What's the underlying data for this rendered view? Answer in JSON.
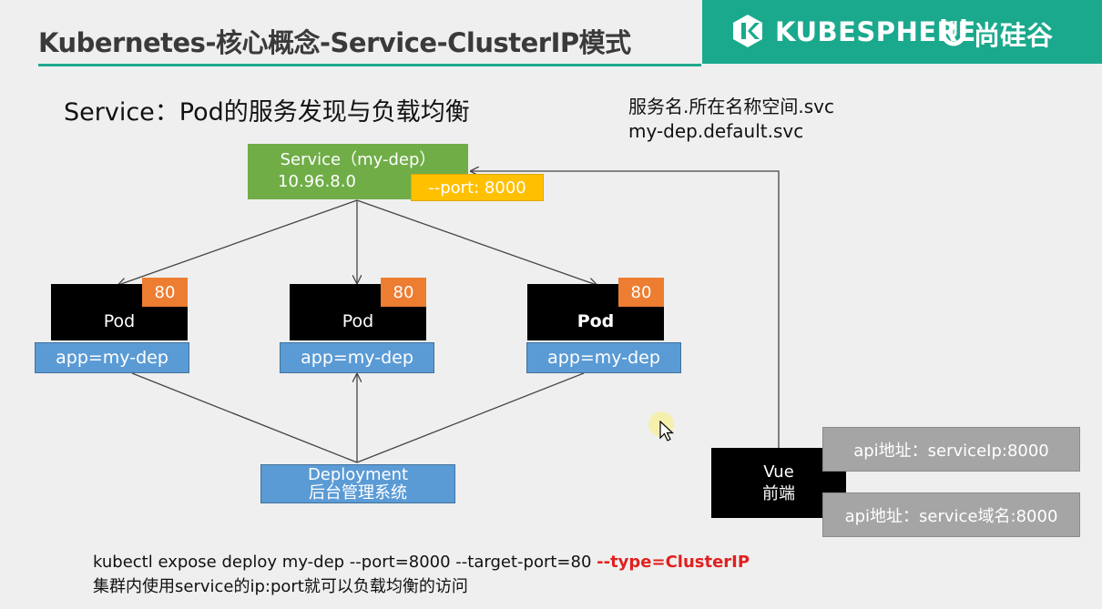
{
  "title": "Kubernetes-核心概念-Service-ClusterIP模式",
  "brand": {
    "kubesphere": "KUBESPHERE",
    "atguigu": "尚硅谷",
    "banner_color": "#1aa98c"
  },
  "heading": "Service：Pod的服务发现与负载均衡",
  "dns_note": {
    "line1": "服务名.所在名称空间.svc",
    "line2": "my-dep.default.svc"
  },
  "service": {
    "name": "Service（my-dep）",
    "ip": "10.96.8.0",
    "port": "--port: 8000"
  },
  "pods": [
    {
      "label": "Pod",
      "port": "80",
      "selector": "app=my-dep"
    },
    {
      "label": "Pod",
      "port": "80",
      "selector": "app=my-dep"
    },
    {
      "label": "Pod",
      "port": "80",
      "selector": "app=my-dep"
    }
  ],
  "deployment": {
    "line1": "Deployment",
    "line2": "后台管理系统"
  },
  "frontend": {
    "line1": "Vue",
    "line2": "前端"
  },
  "api": {
    "by_ip": "api地址：serviceIp:8000",
    "by_dns": "api地址：service域名:8000"
  },
  "command": {
    "text": "kubectl expose deploy my-dep --port=8000 --target-port=80 ",
    "flag": "--type=ClusterIP"
  },
  "note": "集群内使用service的ip:port就可以负载均衡的访问",
  "colors": {
    "service": "#70ad47",
    "port_badge": "#ffc000",
    "pod_port": "#ed7d31",
    "label": "#5b9bd5",
    "api": "#a5a5a5",
    "flag": "#e02020"
  },
  "icons": [
    "kubesphere-logo-icon",
    "atguigu-logo-icon",
    "mouse-cursor-icon"
  ]
}
